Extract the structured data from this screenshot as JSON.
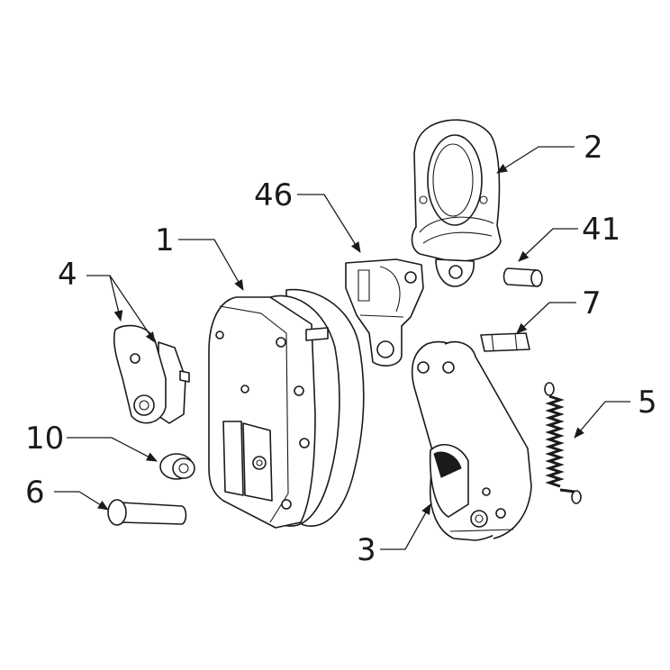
{
  "labels": {
    "part_1": "1",
    "part_2": "2",
    "part_3": "3",
    "part_4": "4",
    "part_5": "5",
    "part_6": "6",
    "part_7": "7",
    "part_10": "10",
    "part_41": "41",
    "part_46": "46"
  },
  "colors": {
    "line": "#1a1a1a",
    "background": "#ffffff"
  }
}
